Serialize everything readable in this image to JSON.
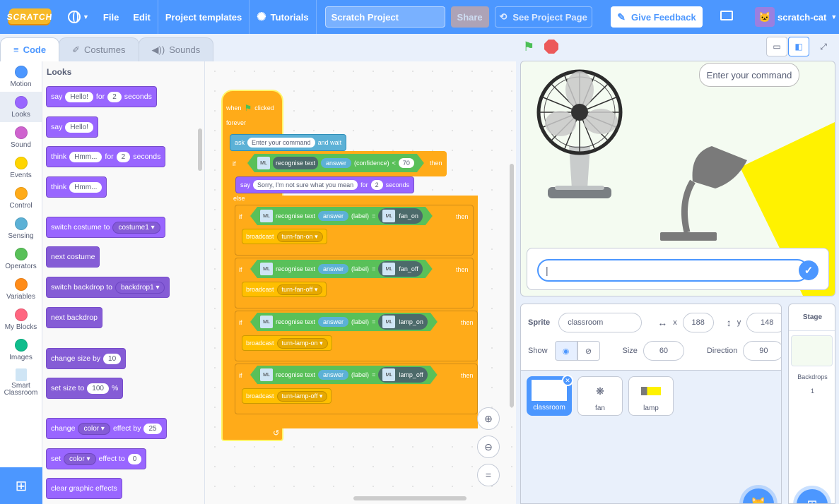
{
  "menubar": {
    "logo": "SCRATCH",
    "file": "File",
    "edit": "Edit",
    "project_templates": "Project templates",
    "tutorials": "Tutorials",
    "project_title": "Scratch Project",
    "share": "Share",
    "see_project_page": "See Project Page",
    "give_feedback": "Give Feedback",
    "username": "scratch-cat"
  },
  "tabs": {
    "code": "Code",
    "costumes": "Costumes",
    "sounds": "Sounds"
  },
  "categories": [
    {
      "label": "Motion",
      "color": "#4c97ff"
    },
    {
      "label": "Looks",
      "color": "#9966ff"
    },
    {
      "label": "Sound",
      "color": "#cf63cf"
    },
    {
      "label": "Events",
      "color": "#ffd500"
    },
    {
      "label": "Control",
      "color": "#ffab19"
    },
    {
      "label": "Sensing",
      "color": "#5cb1d6"
    },
    {
      "label": "Operators",
      "color": "#59c059"
    },
    {
      "label": "Variables",
      "color": "#ff8c1a"
    },
    {
      "label": "My Blocks",
      "color": "#ff6680"
    },
    {
      "label": "Images",
      "color": "#0fbd8c"
    },
    {
      "label": "Smart Classroom",
      "color": "#cfe5f5"
    }
  ],
  "palette": {
    "title": "Looks",
    "say_for": {
      "say": "say",
      "text": "Hello!",
      "for": "for",
      "secs": "2",
      "seconds": "seconds"
    },
    "say": {
      "say": "say",
      "text": "Hello!"
    },
    "think_for": {
      "think": "think",
      "text": "Hmm...",
      "for": "for",
      "secs": "2",
      "seconds": "seconds"
    },
    "think": {
      "think": "think",
      "text": "Hmm..."
    },
    "switch_costume": {
      "label": "switch costume to",
      "value": "costume1"
    },
    "next_costume": "next costume",
    "switch_backdrop": {
      "label": "switch backdrop to",
      "value": "backdrop1"
    },
    "next_backdrop": "next backdrop",
    "change_size": {
      "label": "change size by",
      "value": "10"
    },
    "set_size": {
      "label": "set size to",
      "value": "100",
      "unit": "%"
    },
    "change_effect": {
      "change": "change",
      "effect": "color",
      "by": "effect by",
      "value": "25"
    },
    "set_effect": {
      "set": "set",
      "effect": "color",
      "to": "effect to",
      "value": "0"
    },
    "clear_effects": "clear graphic effects"
  },
  "script": {
    "when": "when",
    "clicked": "clicked",
    "forever": "forever",
    "ask": "ask",
    "ask_text": "Enter your command",
    "and_wait": "and wait",
    "if": "if",
    "then": "then",
    "else": "else",
    "recognise": "recognise text",
    "answer": "answer",
    "confidence": "(confidence)",
    "lt": "<",
    "threshold": "70",
    "say": "say",
    "sorry": "Sorry, I'm not sure what you mean",
    "for": "for",
    "secs": "2",
    "seconds": "seconds",
    "label": "(label)",
    "eq": "=",
    "broadcast": "broadcast",
    "branches": [
      {
        "label": "fan_on",
        "message": "turn-fan-on"
      },
      {
        "label": "fan_off",
        "message": "turn-fan-off"
      },
      {
        "label": "lamp_on",
        "message": "turn-lamp-on"
      },
      {
        "label": "lamp_off",
        "message": "turn-lamp-off"
      }
    ],
    "ml": "ML"
  },
  "stage": {
    "speech": "Enter your command",
    "ask_value": "|",
    "check": "✓"
  },
  "sprite_info": {
    "sprite_label": "Sprite",
    "sprite_name": "classroom",
    "x_label": "x",
    "x": "188",
    "y_label": "y",
    "y": "148",
    "show_label": "Show",
    "size_label": "Size",
    "size": "60",
    "direction_label": "Direction",
    "direction": "90"
  },
  "sprites": [
    {
      "name": "classroom"
    },
    {
      "name": "fan"
    },
    {
      "name": "lamp"
    }
  ],
  "stage_panel": {
    "title": "Stage",
    "backdrops": "Backdrops",
    "count": "1"
  },
  "colors": {
    "accent": "#4c97ff",
    "looks": "#9966ff",
    "control": "#ffab19",
    "operators": "#59c059",
    "sensing": "#5cb1d6",
    "events": "#ffbf00"
  }
}
